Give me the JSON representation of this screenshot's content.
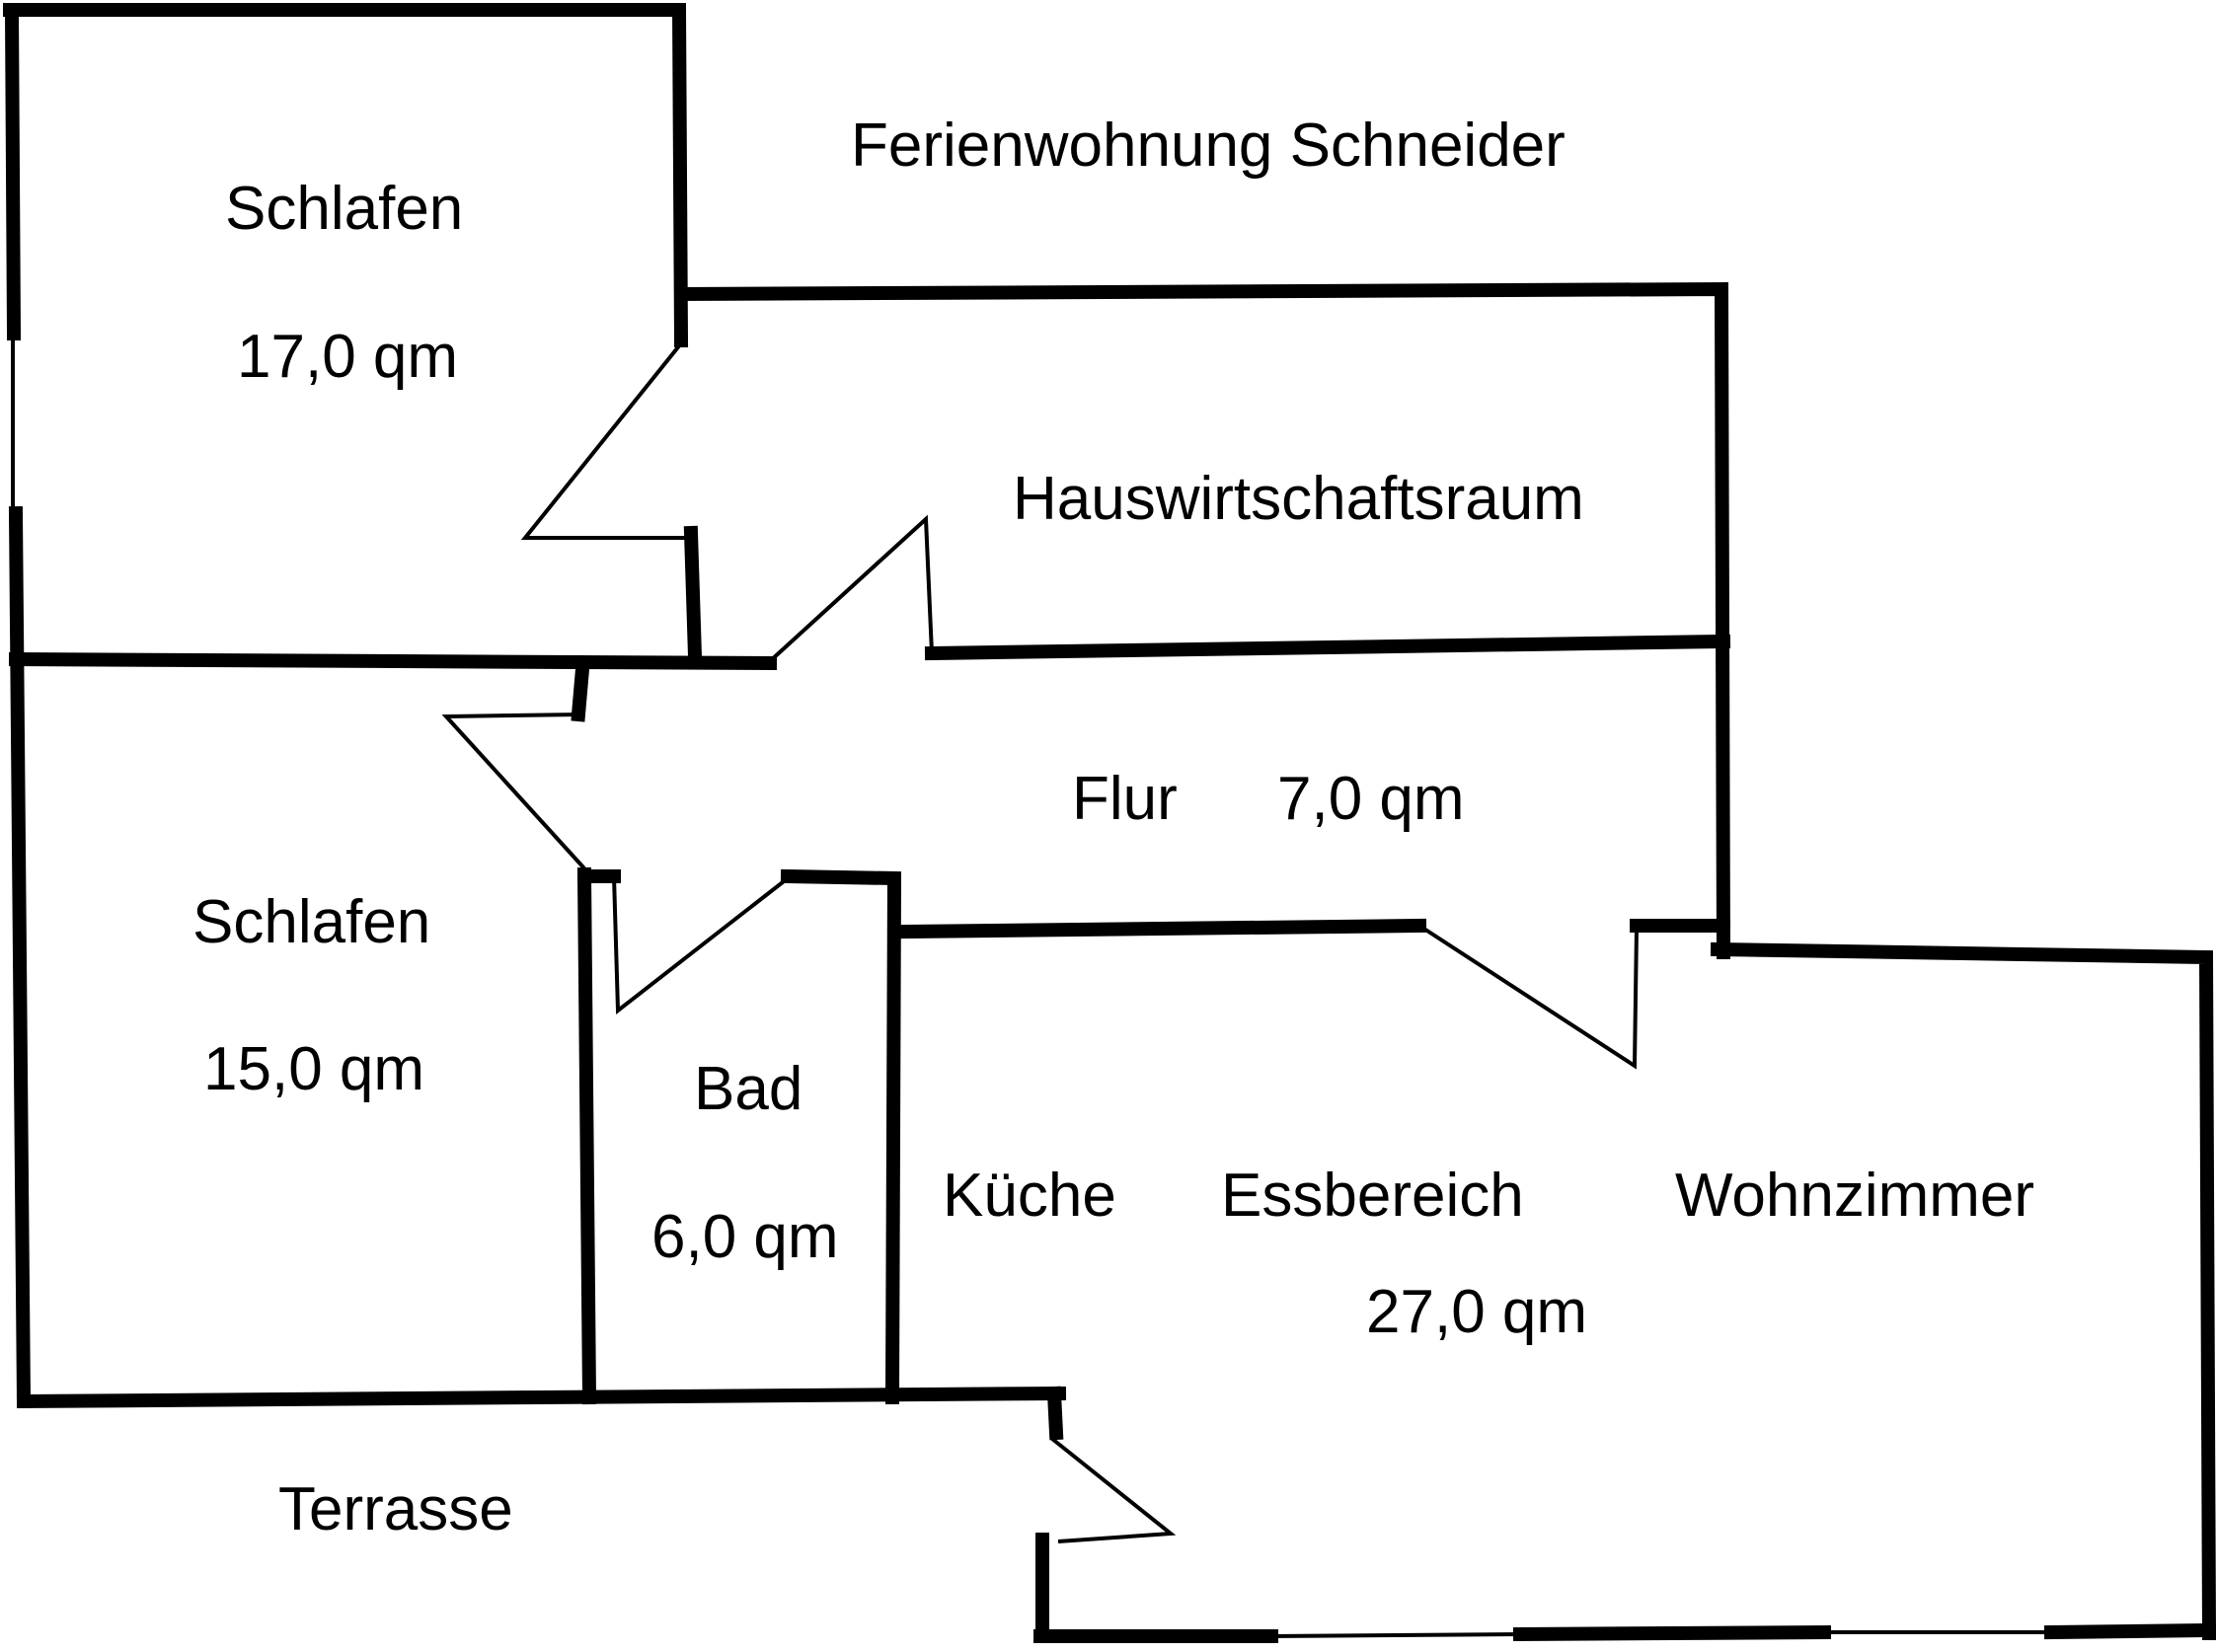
{
  "title": "Ferienwohnung Schneider",
  "rooms": {
    "schlafen_top": {
      "name": "Schlafen",
      "area": "17,0 qm"
    },
    "hauswirtschaftsraum": {
      "name": "Hauswirtschaftsraum"
    },
    "flur": {
      "name": "Flur",
      "area": "7,0 qm"
    },
    "schlafen_bottom": {
      "name": "Schlafen",
      "area": "15,0 qm"
    },
    "bad": {
      "name": "Bad",
      "area": "6,0 qm"
    },
    "kueche": {
      "name": "Küche"
    },
    "essbereich": {
      "name": "Essbereich"
    },
    "wohnzimmer": {
      "name": "Wohnzimmer",
      "area": "27,0 qm"
    },
    "terrasse": {
      "name": "Terrasse"
    }
  }
}
